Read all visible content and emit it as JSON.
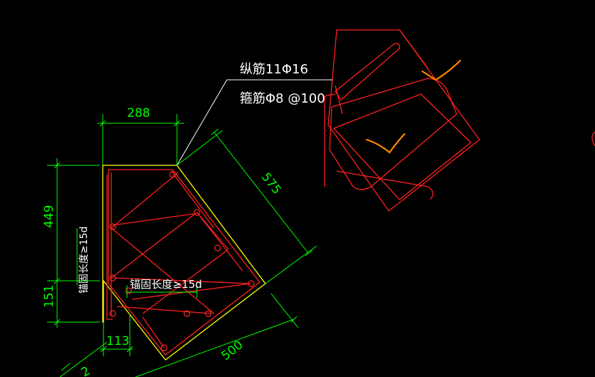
{
  "drawing": {
    "background": "#000000",
    "colors": {
      "dimension": "#00ff00",
      "outline": "#ffff00",
      "rebar": "#ff2020",
      "text": "#ffffff",
      "markup": "#ff8800"
    },
    "leader_note": {
      "longitudinal": "纵筋11Φ16",
      "stirrup": "箍筋Φ8 @100"
    },
    "dimensions": {
      "top_width": "288",
      "left_upper": "449",
      "left_lower": "151",
      "bottom_left": "113",
      "diagonal_long": "575",
      "diagonal_bottom": "500",
      "bottom_cut": "2"
    },
    "annotations": {
      "anchor_vertical": "锚固长度≥15d",
      "anchor_horizontal": "锚固长度≥15d"
    }
  }
}
